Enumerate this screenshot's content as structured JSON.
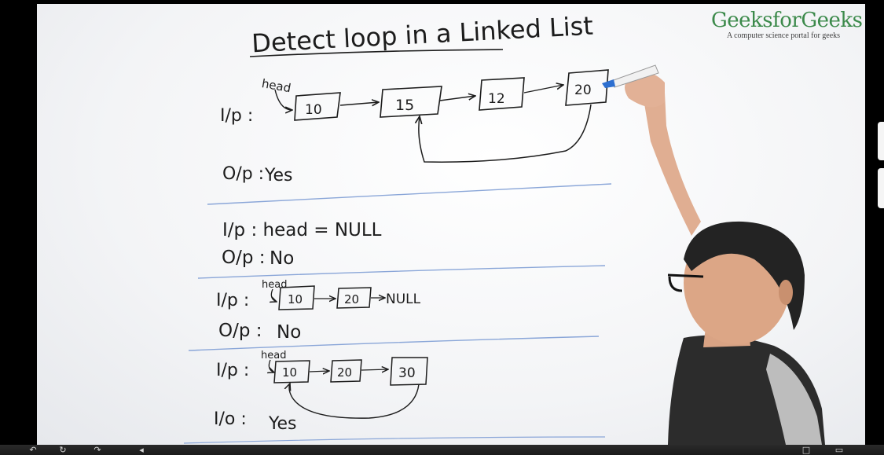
{
  "branding": {
    "logo_title": "GeeksforGeeks",
    "logo_tagline": "A computer science portal for geeks"
  },
  "board": {
    "title": "Detect loop in a Linked List",
    "examples": [
      {
        "input_label": "I/p :",
        "head_label": "head",
        "nodes": [
          "10",
          "15",
          "12",
          "20"
        ],
        "output_label": "O/p :",
        "output_value": "Yes"
      },
      {
        "input_label": "I/p : head = NULL",
        "output_label": "O/p :",
        "output_value": "No"
      },
      {
        "input_label": "I/p :",
        "head_label": "head",
        "nodes": [
          "10",
          "20"
        ],
        "tail": "NULL",
        "output_label": "O/p :",
        "output_value": "No"
      },
      {
        "input_label": "I/p :",
        "head_label": "head",
        "nodes": [
          "10",
          "20",
          "30"
        ],
        "output_label": "I/o :",
        "output_value": "Yes"
      }
    ]
  },
  "player": {
    "controls": [
      "previous-icon",
      "rewind-icon",
      "forward-icon",
      "volume-icon",
      "captions-icon",
      "fullscreen-icon"
    ]
  },
  "colors": {
    "logo_green": "#3c8a4b",
    "ink": "#1c1c1c",
    "divider_blue": "#8aa6d8"
  }
}
